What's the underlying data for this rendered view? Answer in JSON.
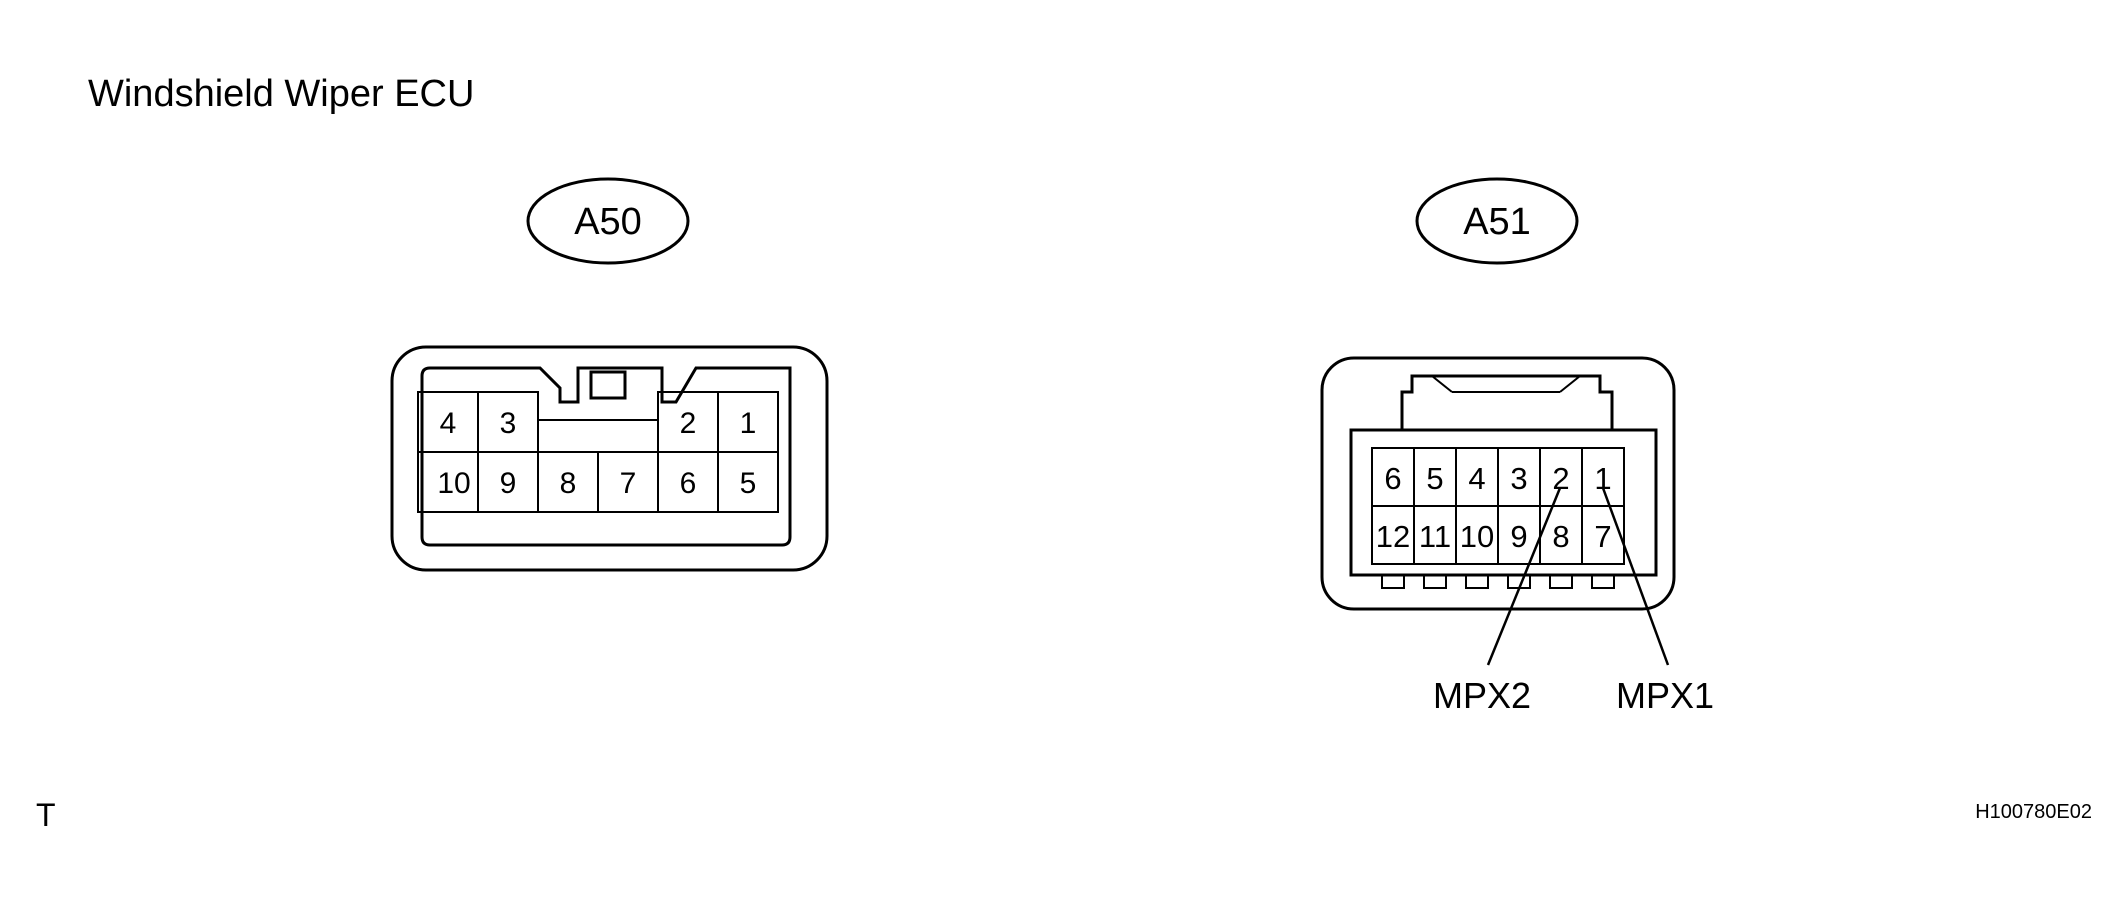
{
  "title": "Windshield Wiper ECU",
  "connectors": [
    {
      "id": "A50",
      "pins_top": [
        "4",
        "3",
        "2",
        "1"
      ],
      "pins_bottom": [
        "10",
        "9",
        "8",
        "7",
        "6",
        "5"
      ]
    },
    {
      "id": "A51",
      "pins_top": [
        "6",
        "5",
        "4",
        "3",
        "2",
        "1"
      ],
      "pins_bottom": [
        "12",
        "11",
        "10",
        "9",
        "8",
        "7"
      ],
      "callouts": [
        "MPX2",
        "MPX1"
      ]
    }
  ],
  "footer_left": "T",
  "figure_code": "H100780E02"
}
